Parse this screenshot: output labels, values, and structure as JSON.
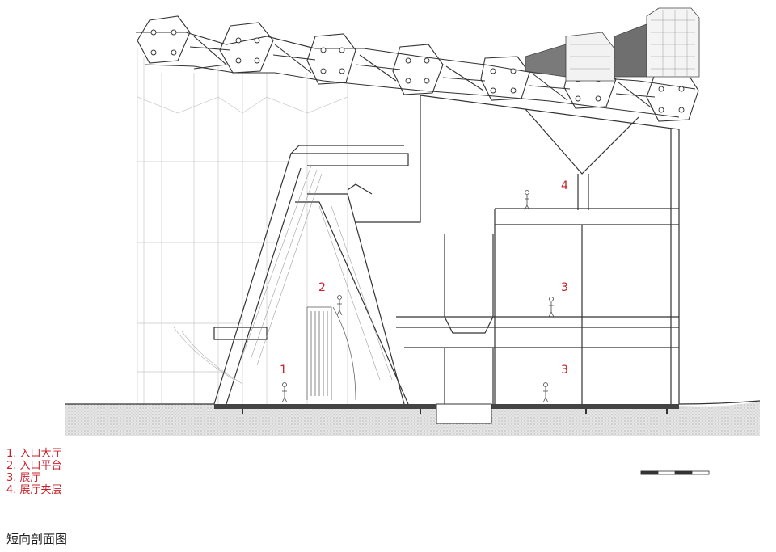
{
  "caption": "短向剖面图",
  "legend": [
    {
      "num": "1.",
      "text": "入口大厅"
    },
    {
      "num": "2.",
      "text": "入口平台"
    },
    {
      "num": "3.",
      "text": "展厅"
    },
    {
      "num": "4.",
      "text": "展厅夹层"
    }
  ],
  "labels": {
    "l1": "1",
    "l2": "2",
    "l3a": "3",
    "l3b": "3",
    "l4": "4"
  },
  "colors": {
    "line": "#333333",
    "light": "#bbbbbb",
    "accent": "#c8202a",
    "ground": "#d9d9d9"
  }
}
